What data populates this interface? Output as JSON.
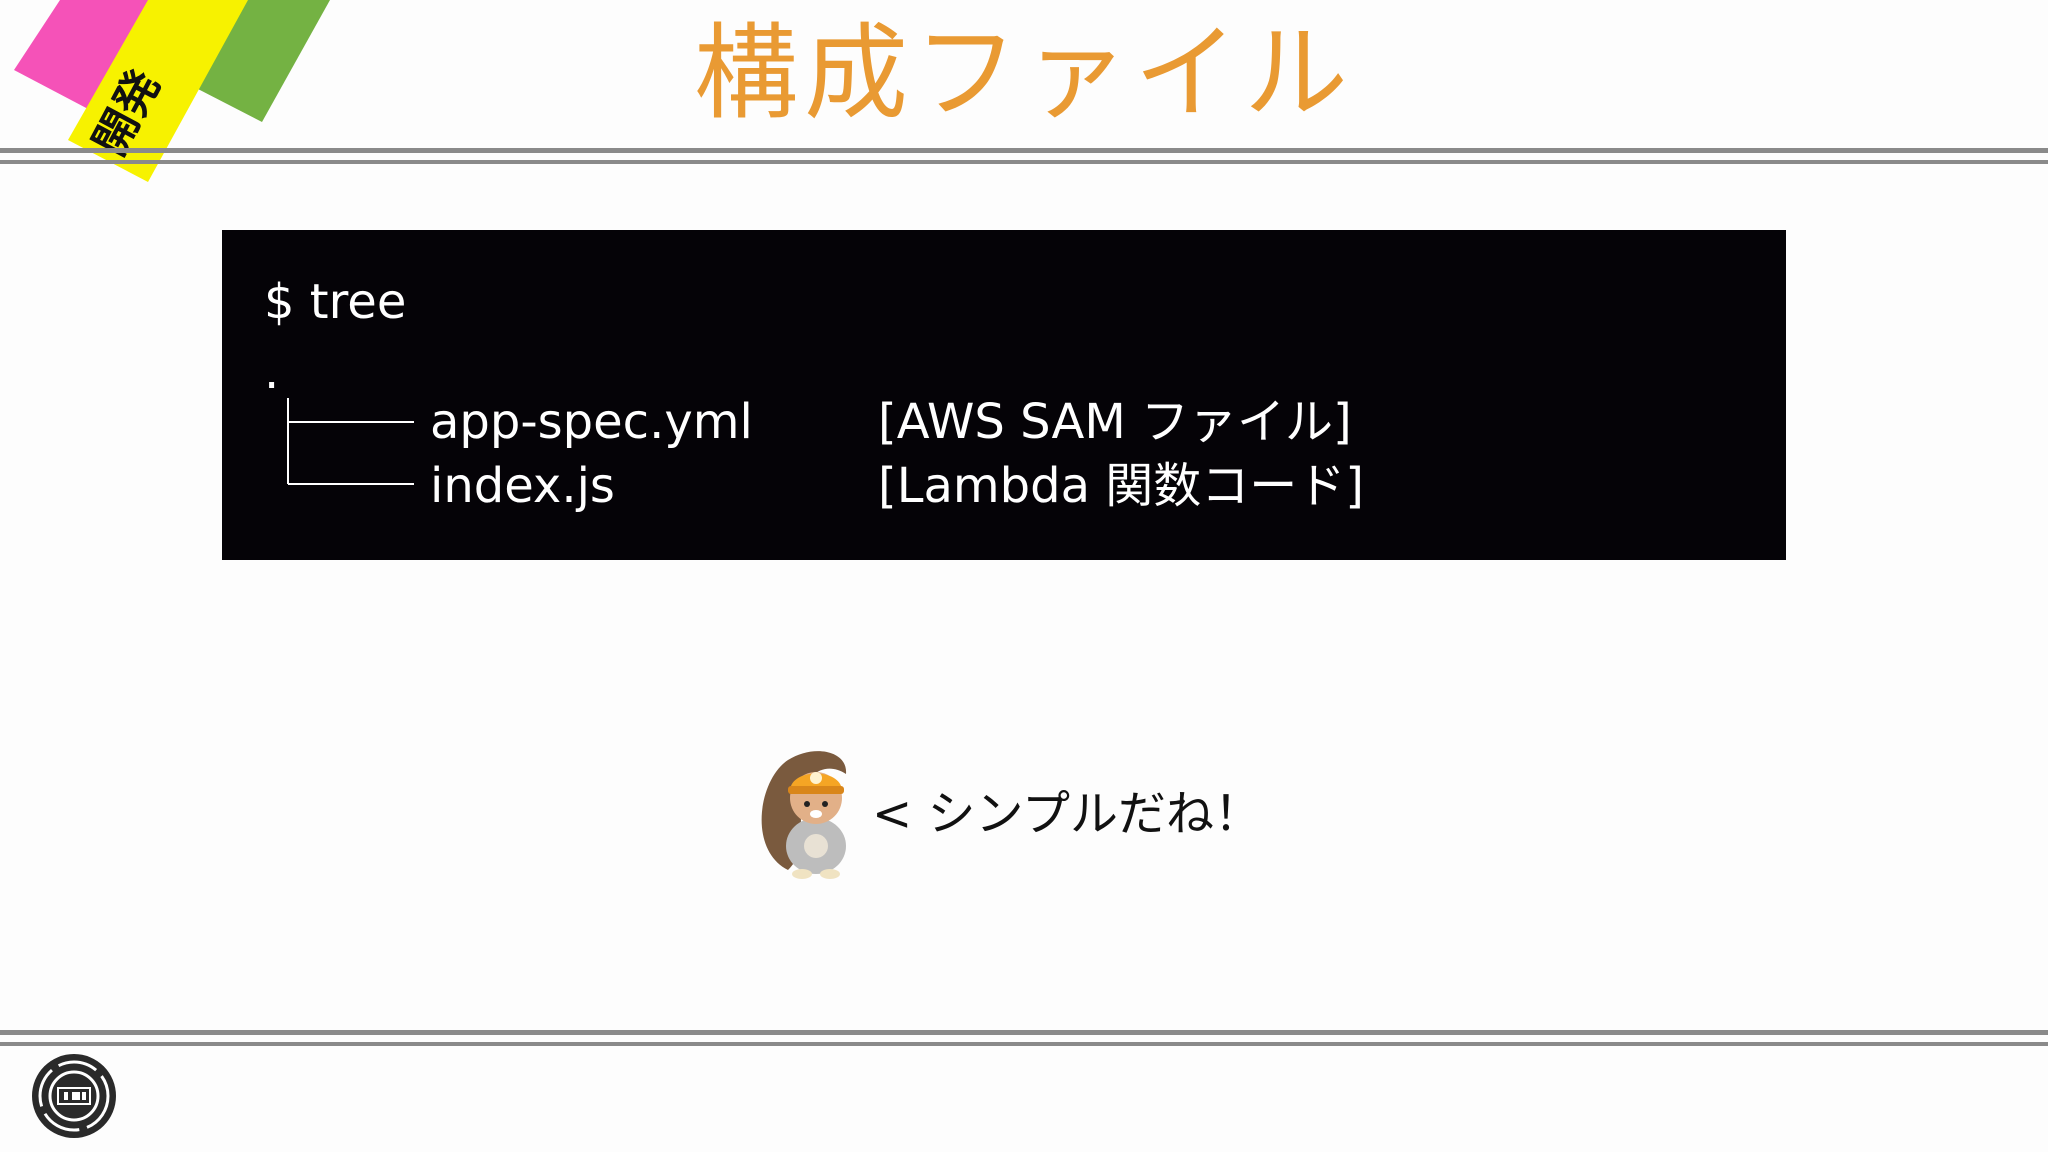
{
  "slide": {
    "title": "構成ファイル",
    "tag": "開発",
    "accent_color": "#e99a33"
  },
  "terminal": {
    "command": "$ tree",
    "root": ".",
    "entries": [
      {
        "name": "app-spec.yml",
        "note": "[AWS SAM ファイル]"
      },
      {
        "name": "index.js",
        "note": "[Lambda 関数コード]"
      }
    ]
  },
  "mascot": {
    "icon": "squirrel-lambda-mascot-icon",
    "caption": "< シンプルだね！"
  },
  "footer": {
    "logo_icon": "circular-logo-icon"
  }
}
